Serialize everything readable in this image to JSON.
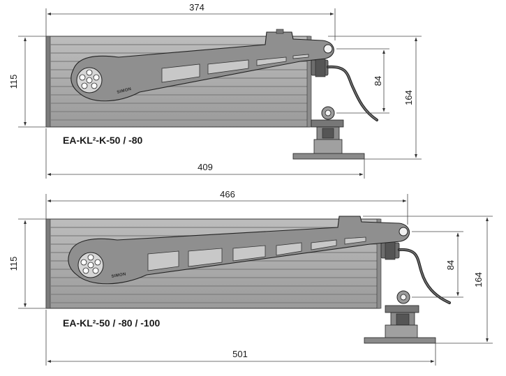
{
  "drawings": [
    {
      "model": "EA-KL²-K-50 / -80",
      "dims": {
        "housing_length": "374",
        "overall_length": "409",
        "housing_height": "115",
        "overall_height": "164",
        "pivot_height": "84"
      },
      "brand": "SIMON"
    },
    {
      "model": "EA-KL²-50 / -80 / -100",
      "dims": {
        "housing_length": "466",
        "overall_length": "501",
        "housing_height": "115",
        "overall_height": "164",
        "pivot_height": "84"
      },
      "brand": "SIMON"
    }
  ],
  "colors": {
    "housing": "#a3a3a3",
    "arm": "#8a8a8a",
    "line": "#2a2a2a",
    "dim_line": "#555555"
  }
}
